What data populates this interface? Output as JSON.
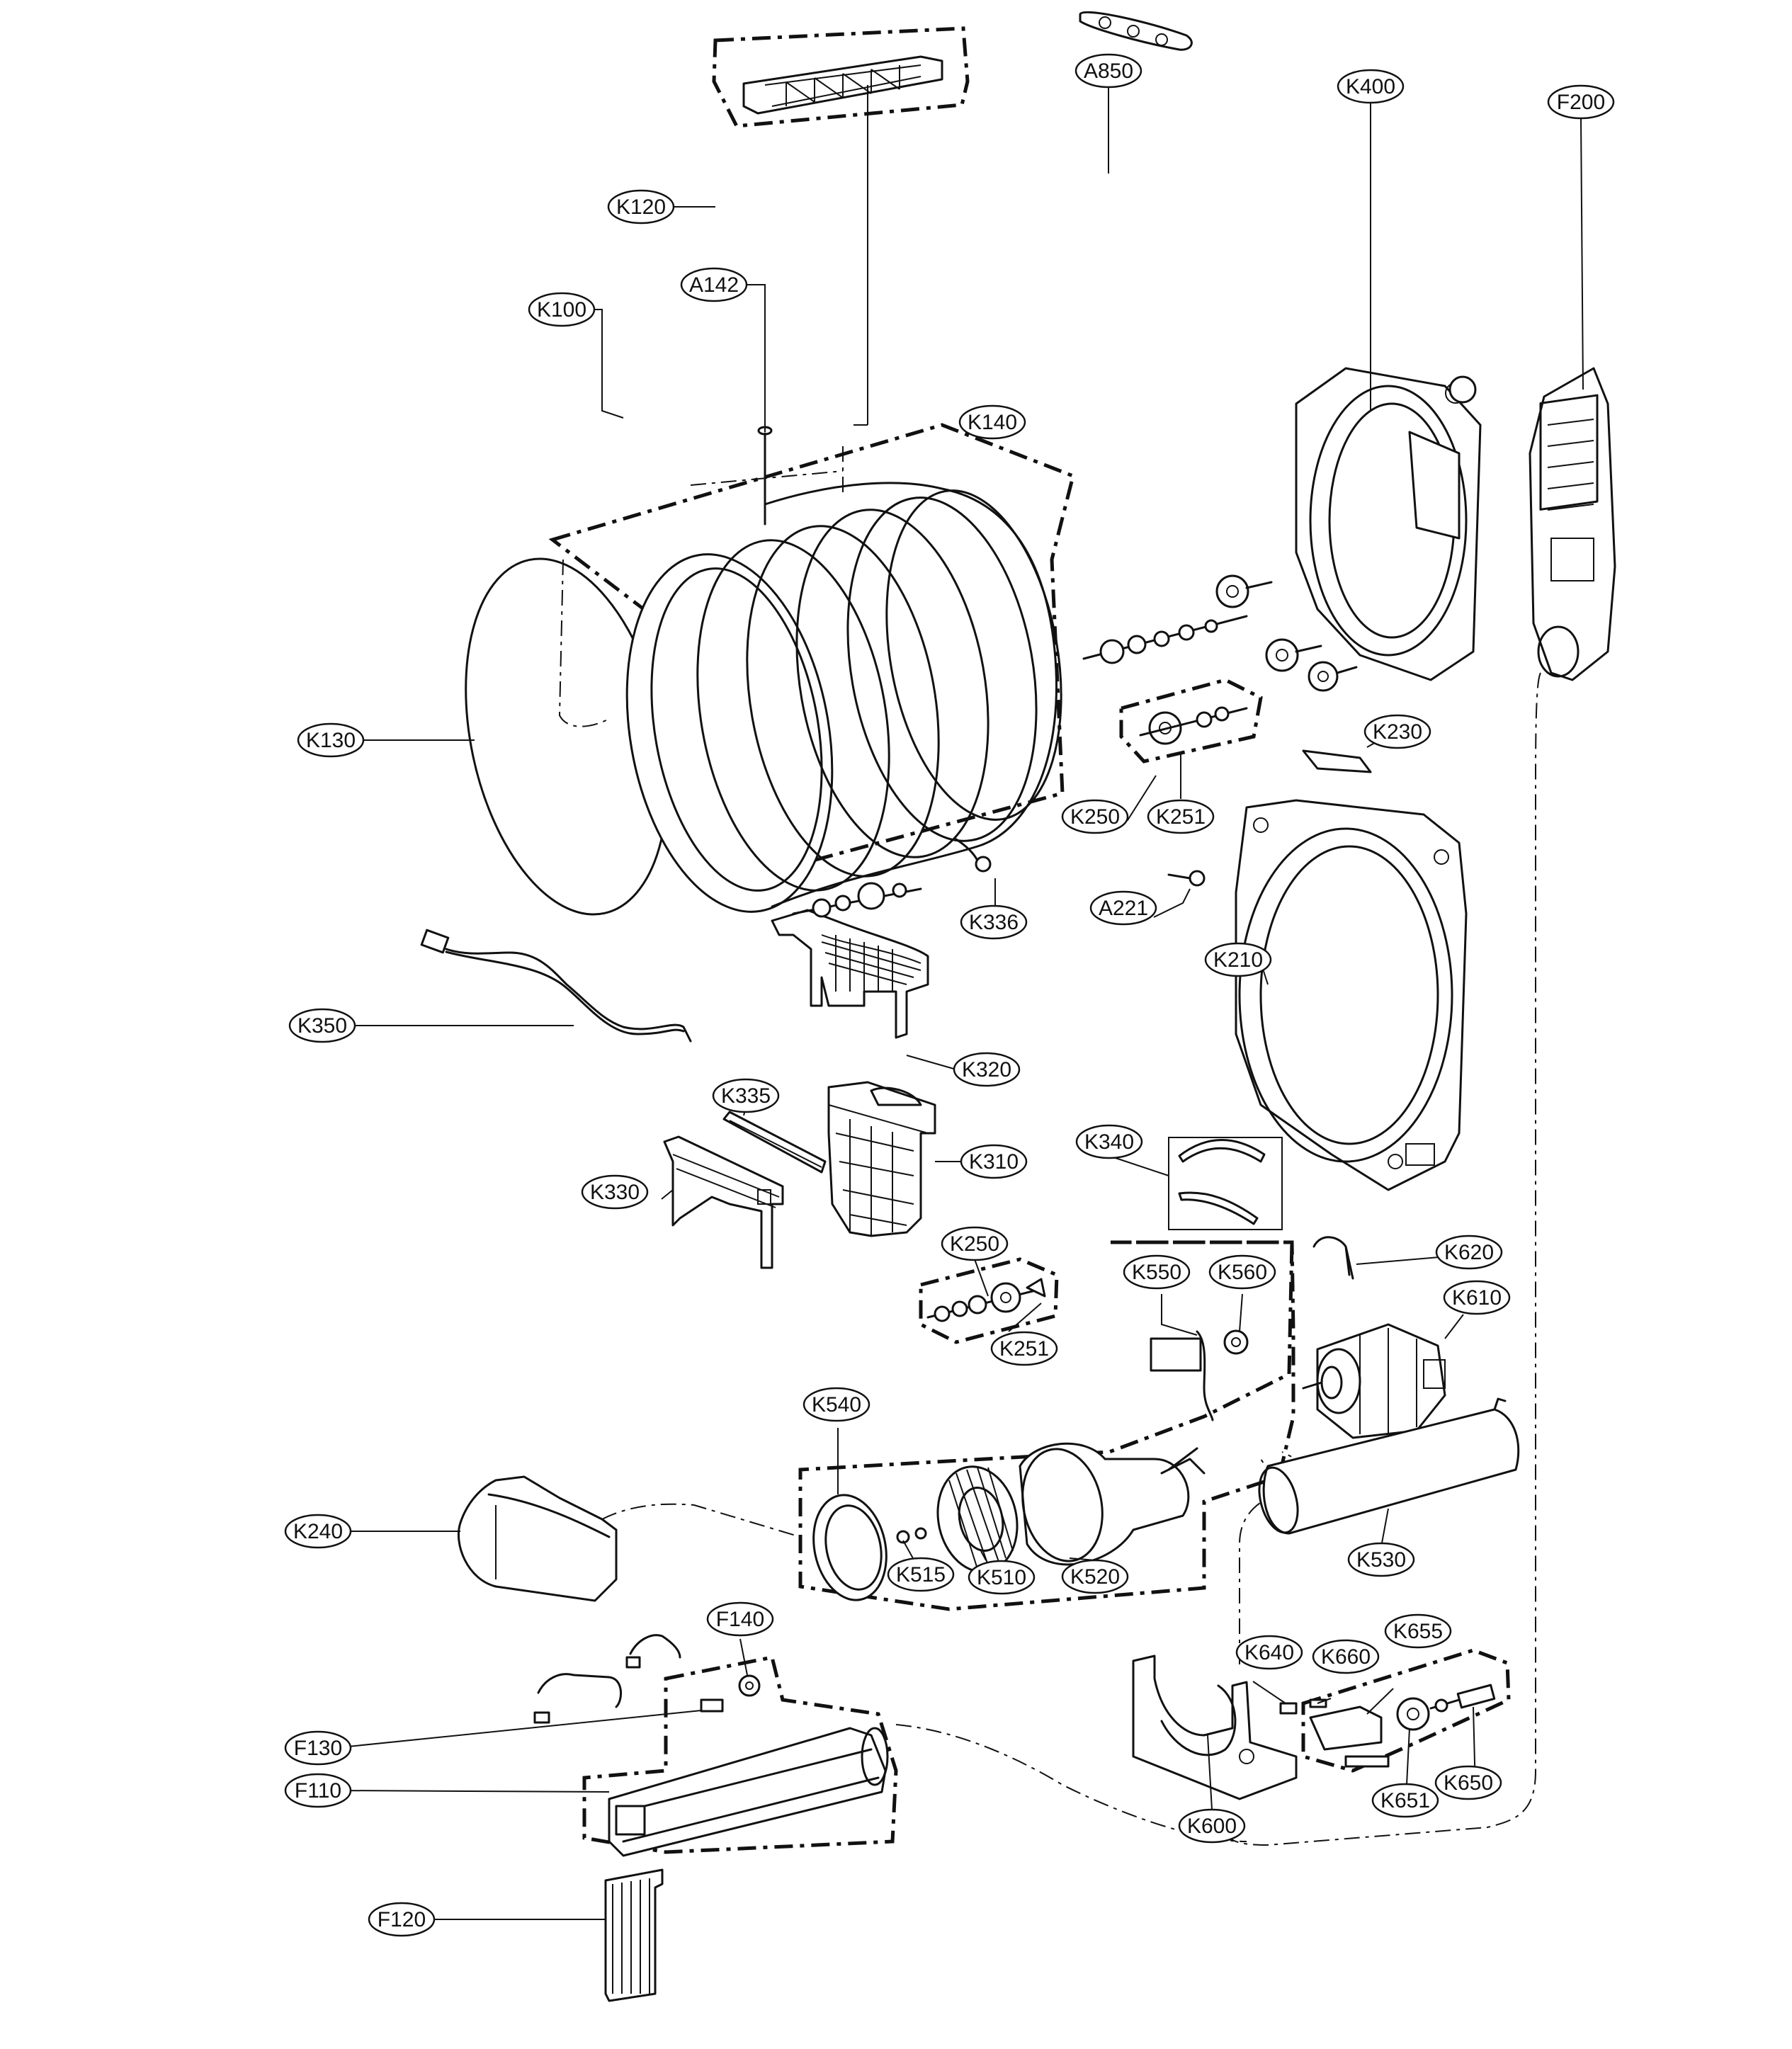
{
  "labels": {
    "K400": "K400",
    "F200": "F200",
    "A850": "A850",
    "K120": "K120",
    "A142": "A142",
    "K100": "K100",
    "K140": "K140",
    "K130": "K130",
    "K230": "K230",
    "K250a": "K250",
    "K251a": "K251",
    "K336": "K336",
    "A221": "A221",
    "K210": "K210",
    "K350": "K350",
    "K320": "K320",
    "K335": "K335",
    "K310": "K310",
    "K340": "K340",
    "K330": "K330",
    "K250b": "K250",
    "K251b": "K251",
    "K620": "K620",
    "K550": "K550",
    "K560": "K560",
    "K610": "K610",
    "K540": "K540",
    "K240": "K240",
    "K515": "K515",
    "K510": "K510",
    "K520": "K520",
    "K530": "K530",
    "F140": "F140",
    "K640": "K640",
    "K660": "K660",
    "K655": "K655",
    "F130": "F130",
    "F110": "F110",
    "K600": "K600",
    "K651": "K651",
    "K650": "K650",
    "F120": "F120"
  }
}
